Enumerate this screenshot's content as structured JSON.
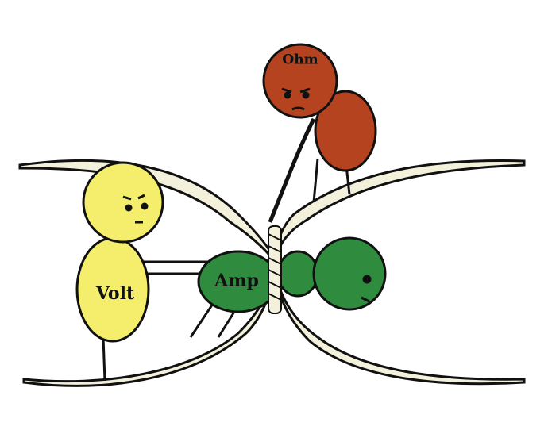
{
  "characters": {
    "ohm": {
      "label": "Ohm",
      "color": "#b5431f"
    },
    "volt": {
      "label": "Volt",
      "color": "#f4ee6c"
    },
    "amp": {
      "label": "Amp",
      "color": "#2f8c3f"
    }
  },
  "wire_color": "#f3f1dc"
}
